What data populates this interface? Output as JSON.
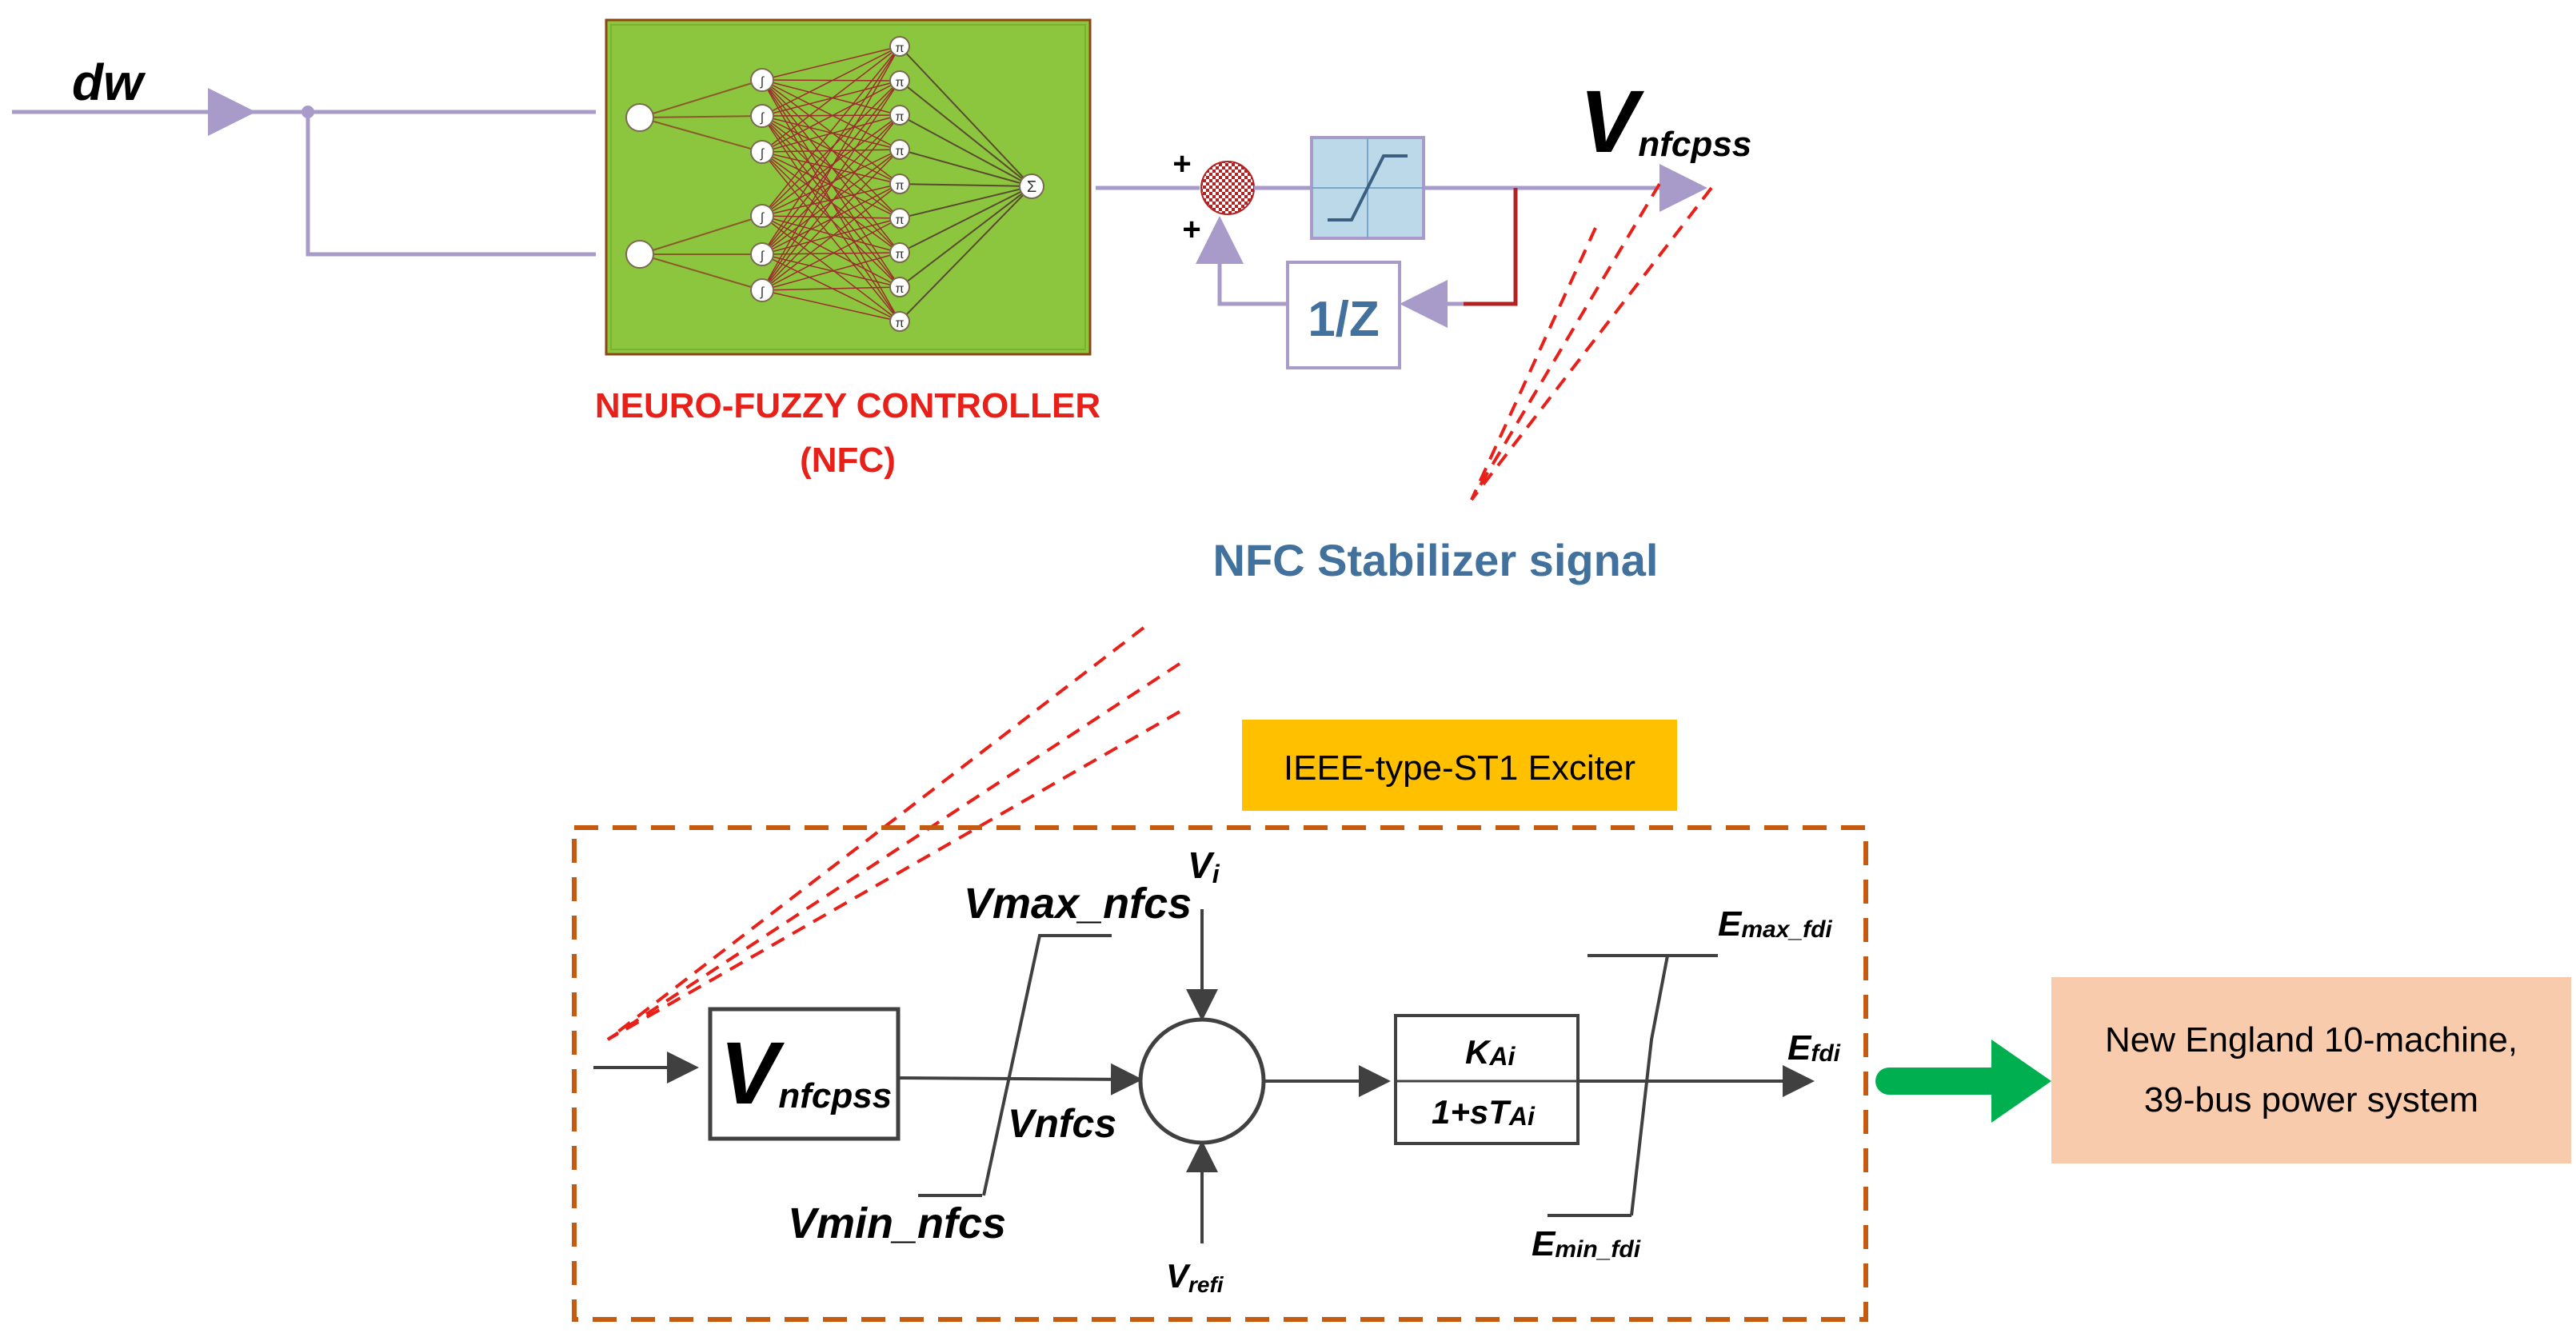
{
  "input_signal": {
    "base": "dw"
  },
  "nfc": {
    "caption_line1": "NEURO-FUZZY CONTROLLER",
    "caption_line2": "(NFC)",
    "node_sum": "Σ",
    "node_prod": "π"
  },
  "sum_signs": {
    "top": "+",
    "bottom": "+"
  },
  "delay_block": {
    "label": "1/Z"
  },
  "output_signal": {
    "base": "V",
    "sub": "nfcpss"
  },
  "stabilizer_caption": "NFC Stabilizer signal",
  "exciter": {
    "title": "IEEE-type-ST1 Exciter",
    "block_main": {
      "base": "V",
      "sub": "nfcpss"
    },
    "vmax": {
      "base": "Vmax_nfcs"
    },
    "vmin": {
      "base": "Vmin_nfcs"
    },
    "vnfcs": {
      "base": "Vnfcs"
    },
    "vi": {
      "base": "V",
      "sub": "i"
    },
    "vref": {
      "base": "V",
      "sub": "refi"
    },
    "gain_num": {
      "base": "K",
      "sub": "Ai"
    },
    "gain_den": {
      "base": "1+sT",
      "sub": "Ai"
    },
    "emax": {
      "base": "E",
      "sub": "max_fdi"
    },
    "emin": {
      "base": "E",
      "sub": "min_fdi"
    },
    "efd": {
      "base": "E",
      "sub": "fdi"
    }
  },
  "power_system": {
    "line1": "New England 10-machine,",
    "line2": "39-bus power system"
  },
  "colors": {
    "nfc_green": "#8cc63f",
    "wire_purple": "#a99bc9",
    "caption_red": "#e8201a",
    "caption_blue": "#41719c",
    "exciter_orange": "#ffc000",
    "system_peach": "#f8cbad",
    "border_orange": "#c55a11",
    "arrow_green": "#00b050"
  }
}
